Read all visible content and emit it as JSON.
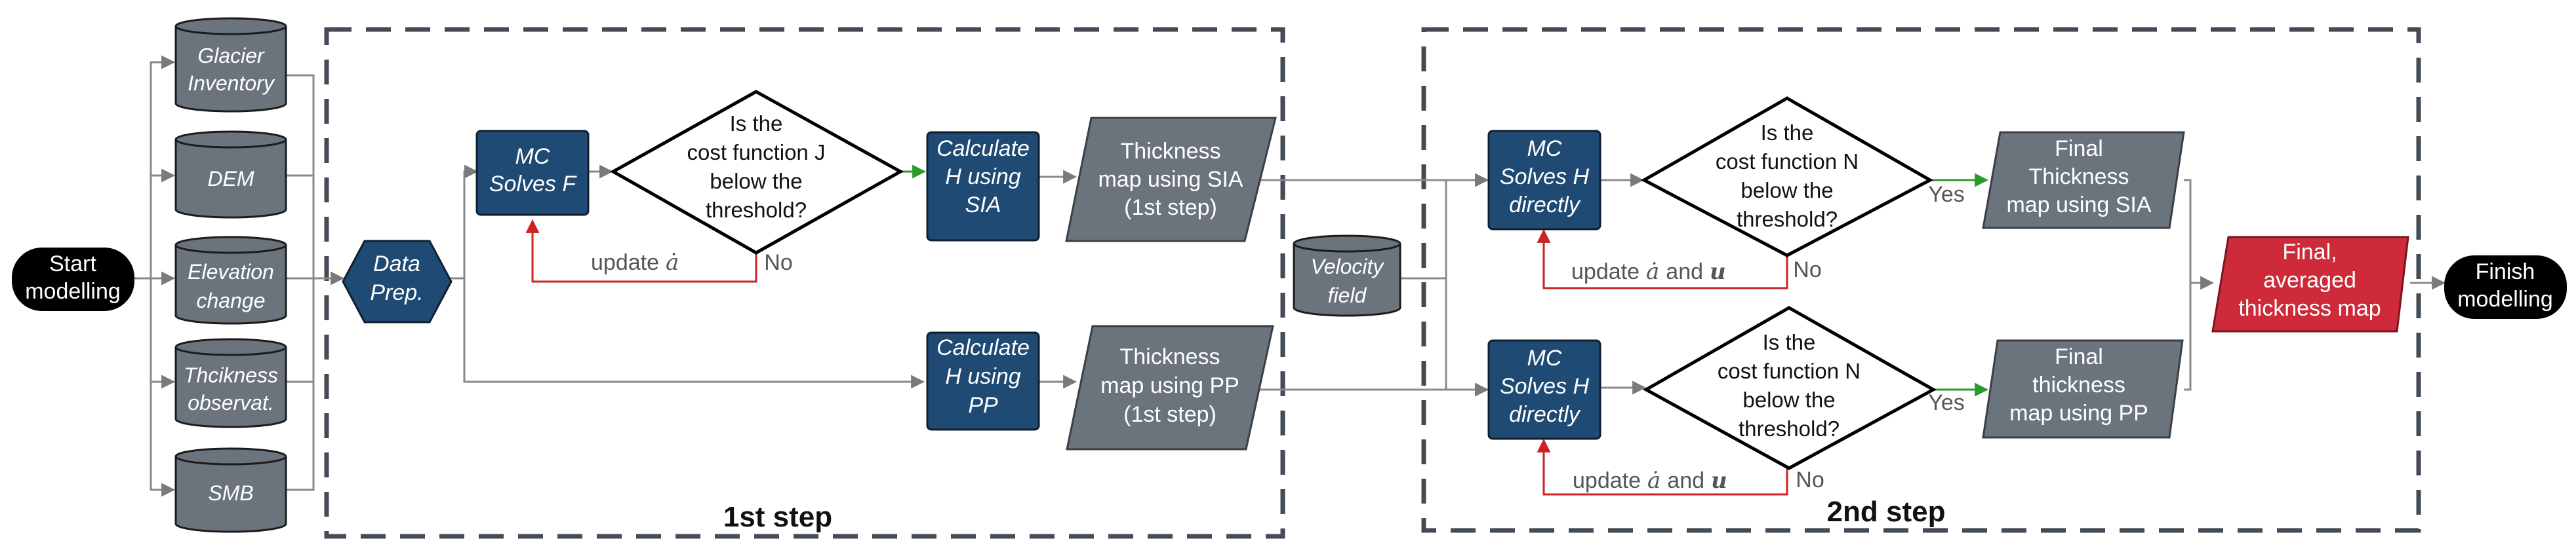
{
  "colors": {
    "navy": "#1f4a73",
    "gray": "#6b737c",
    "red": "#cf2a3a",
    "black": "#000000",
    "arrow": "#888888",
    "loop_arrow": "#cc2222",
    "yes_arrow": "#2a9a2a"
  },
  "terminals": {
    "start": [
      "Start",
      "modelling"
    ],
    "finish": [
      "Finish",
      "modelling"
    ]
  },
  "inputs": [
    [
      "Glacier",
      "Inventory"
    ],
    [
      "DEM"
    ],
    [
      "Elevation",
      "change"
    ],
    [
      "Thcikness",
      "observat."
    ],
    [
      "SMB"
    ]
  ],
  "data_prep": [
    "Data",
    "Prep."
  ],
  "step1": {
    "label": "1st step",
    "mc": [
      "MC",
      "Solves F"
    ],
    "decision": [
      "Is the",
      "cost function J",
      "below the",
      "threshold?"
    ],
    "calc_sia": [
      "Calculate",
      "H using",
      "SIA"
    ],
    "calc_pp": [
      "Calculate",
      "H using",
      "PP"
    ],
    "map_sia": [
      "Thickness",
      "map using SIA",
      "(1st step)"
    ],
    "map_pp": [
      "Thickness",
      "map using PP",
      "(1st step)"
    ],
    "no": "No",
    "update": "update",
    "update_symbol": "ȧ"
  },
  "velocity": [
    "Velocity",
    "field"
  ],
  "step2": {
    "label": "2nd step",
    "mc_top": [
      "MC",
      "Solves H",
      "directly"
    ],
    "mc_bottom": [
      "MC",
      "Solves H",
      "directly"
    ],
    "decision_top": [
      "Is the",
      "cost function N",
      "below the",
      "threshold?"
    ],
    "decision_bottom": [
      "Is the",
      "cost function N",
      "below the",
      "threshold?"
    ],
    "final_sia": [
      "Final",
      "Thickness",
      "map using SIA"
    ],
    "final_pp": [
      "Final",
      "thickness",
      "map using PP"
    ],
    "yes": "Yes",
    "no": "No",
    "update": "update",
    "update_symbols": "ȧ",
    "and": "and",
    "u_symbol": "u"
  },
  "final": [
    "Final,",
    "averaged",
    "thickness map"
  ]
}
